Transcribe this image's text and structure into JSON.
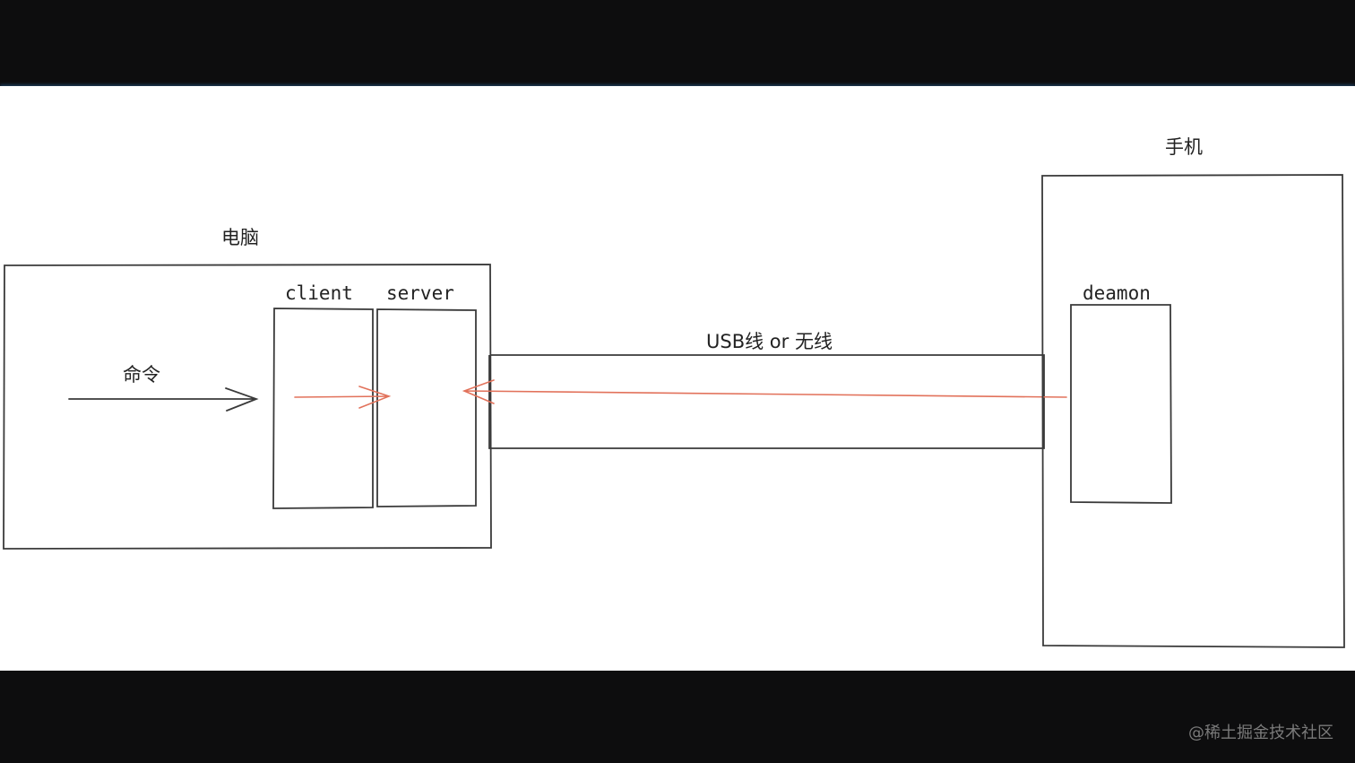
{
  "diagram": {
    "computer_label": "电脑",
    "phone_label": "手机",
    "client_label": "client",
    "server_label": "server",
    "command_label": "命令",
    "link_label": "USB线 or 无线",
    "daemon_label": "deamon"
  },
  "colors": {
    "stroke": "#3a3a3a",
    "flow_arrow": "#e2725b",
    "background": "#ffffff",
    "frame": "#0d0d0e"
  },
  "watermark": "@稀土掘金技术社区"
}
